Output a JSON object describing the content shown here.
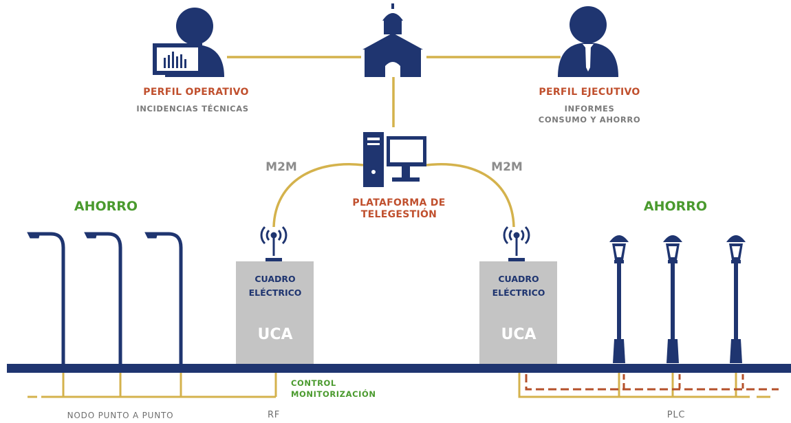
{
  "labels": {
    "perfil_operativo": "PERFIL OPERATIVO",
    "incidencias": "INCIDENCIAS TÉCNICAS",
    "perfil_ejecutivo": "PERFIL EJECUTIVO",
    "informes": "INFORMES",
    "consumo": "CONSUMO Y AHORRO",
    "m2m_left": "M2M",
    "m2m_right": "M2M",
    "plataforma_1": "PLATAFORMA DE",
    "plataforma_2": "TELEGESTIÓN",
    "ahorro_left": "AHORRO",
    "ahorro_right": "AHORRO",
    "cuadro_left_1": "CUADRO",
    "cuadro_left_2": "ELÉCTRICO",
    "uca_left": "UCA",
    "cuadro_right_1": "CUADRO",
    "cuadro_right_2": "ELÉCTRICO",
    "uca_right": "UCA",
    "control": "CONTROL",
    "monitorizacion": "MONITORIZACIÓN",
    "nodo": "NODO PUNTO A PUNTO",
    "rf": "RF",
    "plc": "PLC"
  },
  "colors": {
    "navy": "#1f3570",
    "gold": "#d4b24c",
    "red_dash": "#b4502a",
    "cabinet": "#c4c4c4",
    "red_text": "#c0502e",
    "green_text": "#4a9a2e"
  },
  "icons": [
    "operator-with-monitor-icon",
    "town-hall-icon",
    "executive-icon",
    "computer-icon",
    "antenna-icon",
    "street-light-icon",
    "lantern-icon"
  ]
}
